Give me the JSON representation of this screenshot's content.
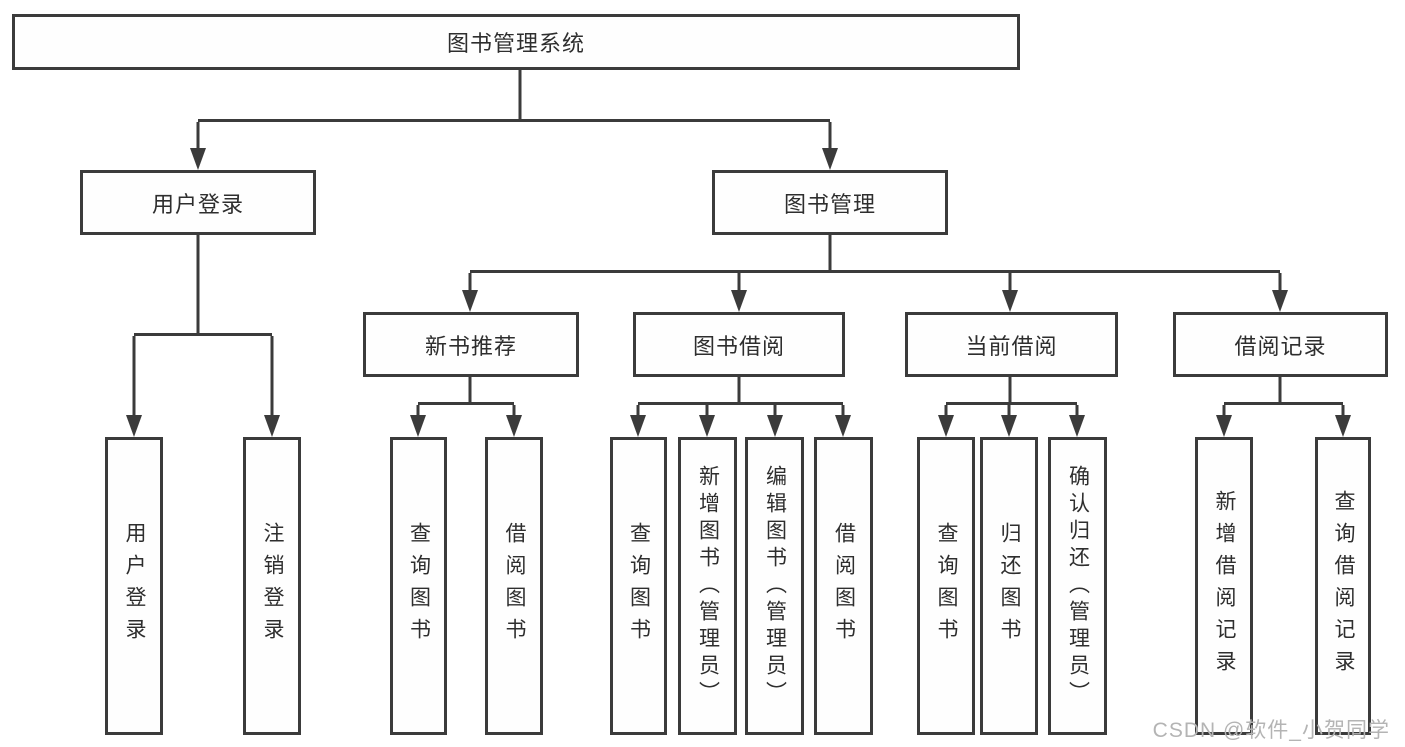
{
  "diagram": {
    "title": "图书管理系统",
    "nodes": [
      {
        "id": "root",
        "label": "图书管理系统"
      },
      {
        "id": "user-login",
        "label": "用户登录"
      },
      {
        "id": "book-management",
        "label": "图书管理"
      },
      {
        "id": "new-book-recommend",
        "label": "新书推荐"
      },
      {
        "id": "book-borrow",
        "label": "图书借阅"
      },
      {
        "id": "current-borrow",
        "label": "当前借阅"
      },
      {
        "id": "borrow-records",
        "label": "借阅记录"
      },
      {
        "id": "leaf-user-login",
        "label": "用户登录",
        "parent": "user-login"
      },
      {
        "id": "leaf-logout",
        "label": "注销登录",
        "parent": "user-login"
      },
      {
        "id": "leaf-query-book-1",
        "label": "查询图书",
        "parent": "new-book-recommend"
      },
      {
        "id": "leaf-borrow-book-1",
        "label": "借阅图书",
        "parent": "new-book-recommend"
      },
      {
        "id": "leaf-query-book-2",
        "label": "查询图书",
        "parent": "book-borrow"
      },
      {
        "id": "leaf-add-book",
        "label": "新增图书（管理员）",
        "parent": "book-borrow"
      },
      {
        "id": "leaf-edit-book",
        "label": "编辑图书（管理员）",
        "parent": "book-borrow"
      },
      {
        "id": "leaf-borrow-book-2",
        "label": "借阅图书",
        "parent": "book-borrow"
      },
      {
        "id": "leaf-query-book-3",
        "label": "查询图书",
        "parent": "current-borrow"
      },
      {
        "id": "leaf-return-book",
        "label": "归还图书",
        "parent": "current-borrow"
      },
      {
        "id": "leaf-confirm-return",
        "label": "确认归还（管理员）",
        "parent": "current-borrow"
      },
      {
        "id": "leaf-add-record",
        "label": "新增借阅记录",
        "parent": "borrow-records"
      },
      {
        "id": "leaf-query-record",
        "label": "查询借阅记录",
        "parent": "borrow-records"
      }
    ],
    "colors": {
      "line": "#3b3b3b",
      "text": "#2e2e2e",
      "watermark": "#b4b4b4"
    },
    "watermark": "CSDN @软件_小贺同学"
  }
}
